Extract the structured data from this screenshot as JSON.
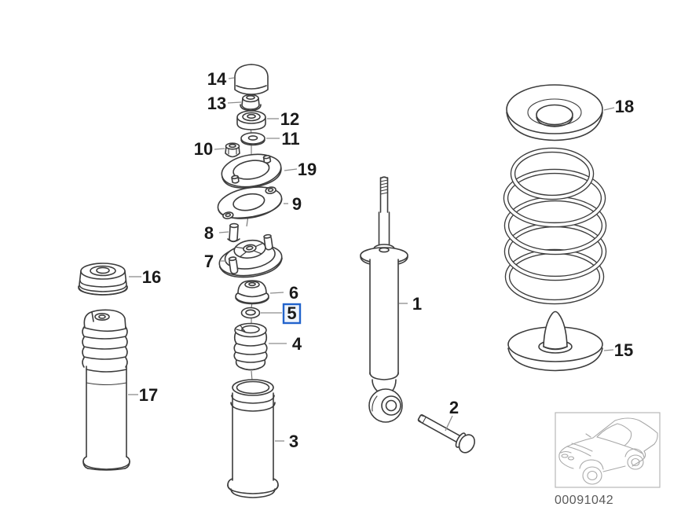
{
  "figure": {
    "code": "00091042",
    "highlighted_part": "5",
    "colors": {
      "line": "#3c3c3c",
      "leader": "#8d8d8d",
      "label_text": "#1a1a1a",
      "highlight_border": "#2263cc",
      "highlight_fill": "#eef4fc",
      "sketch": "#a9a9a9",
      "code_text": "#5a5a5a"
    },
    "labels": {
      "p1": "1",
      "p2": "2",
      "p3": "3",
      "p4": "4",
      "p5": "5",
      "p6": "6",
      "p7": "7",
      "p8": "8",
      "p9": "9",
      "p10": "10",
      "p11": "11",
      "p12": "12",
      "p13": "13",
      "p14": "14",
      "p15": "15",
      "p16": "16",
      "p17": "17",
      "p18": "18",
      "p19": "19"
    }
  }
}
